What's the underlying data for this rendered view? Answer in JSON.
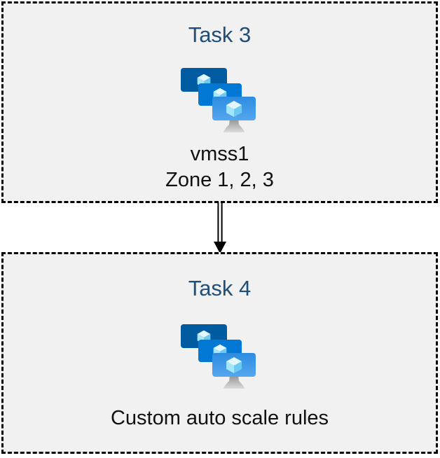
{
  "boxes": [
    {
      "name": "task3",
      "title": "Task 3",
      "lines": [
        "vmss1",
        "Zone 1, 2, 3"
      ]
    },
    {
      "name": "task4",
      "title": "Task 4",
      "lines": [
        "Custom auto scale rules"
      ]
    }
  ],
  "arrow": {
    "name": "down-arrow",
    "direction": "down"
  },
  "icons": {
    "vmss": "vm-scale-sets-icon"
  },
  "colors": {
    "page_bg": "#FFFFFF",
    "box_bg": "#F1F1F1",
    "box_border": "#000000",
    "title": "#1F4E79",
    "text": "#111111",
    "monitor_back": "#005BA1",
    "monitor_middle": "#0078D4",
    "monitor_front_top": "#2C8CE1",
    "monitor_front_bottom": "#55A6EF",
    "cube_top": "#E3F7FF",
    "cube_left": "#A5E6FA",
    "cube_right": "#6BCBF3",
    "stand_top": "#8E8E8E",
    "stand_bottom": "#DCDCDC",
    "arrow_color": "#000000"
  }
}
